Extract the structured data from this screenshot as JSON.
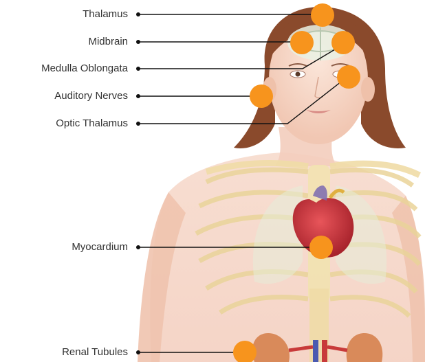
{
  "labels": [
    {
      "id": "thalamus",
      "text": "Thalamus"
    },
    {
      "id": "midbrain",
      "text": "Midbrain"
    },
    {
      "id": "medulla",
      "text": "Medulla Oblongata"
    },
    {
      "id": "auditory",
      "text": "Auditory Nerves"
    },
    {
      "id": "optic",
      "text": "Optic Thalamus"
    },
    {
      "id": "myocardium",
      "text": "Myocardium"
    },
    {
      "id": "renal",
      "text": "Renal Tubules"
    }
  ],
  "colors": {
    "marker": "#f7941d",
    "leader": "#111111",
    "skin": "#f6d3c2",
    "hair": "#8a4a2c",
    "bone": "#f2e2b0",
    "heart": "#c9363a",
    "kidney": "#d98a5a"
  },
  "icons": [
    "marker-dot",
    "leader-dot"
  ]
}
